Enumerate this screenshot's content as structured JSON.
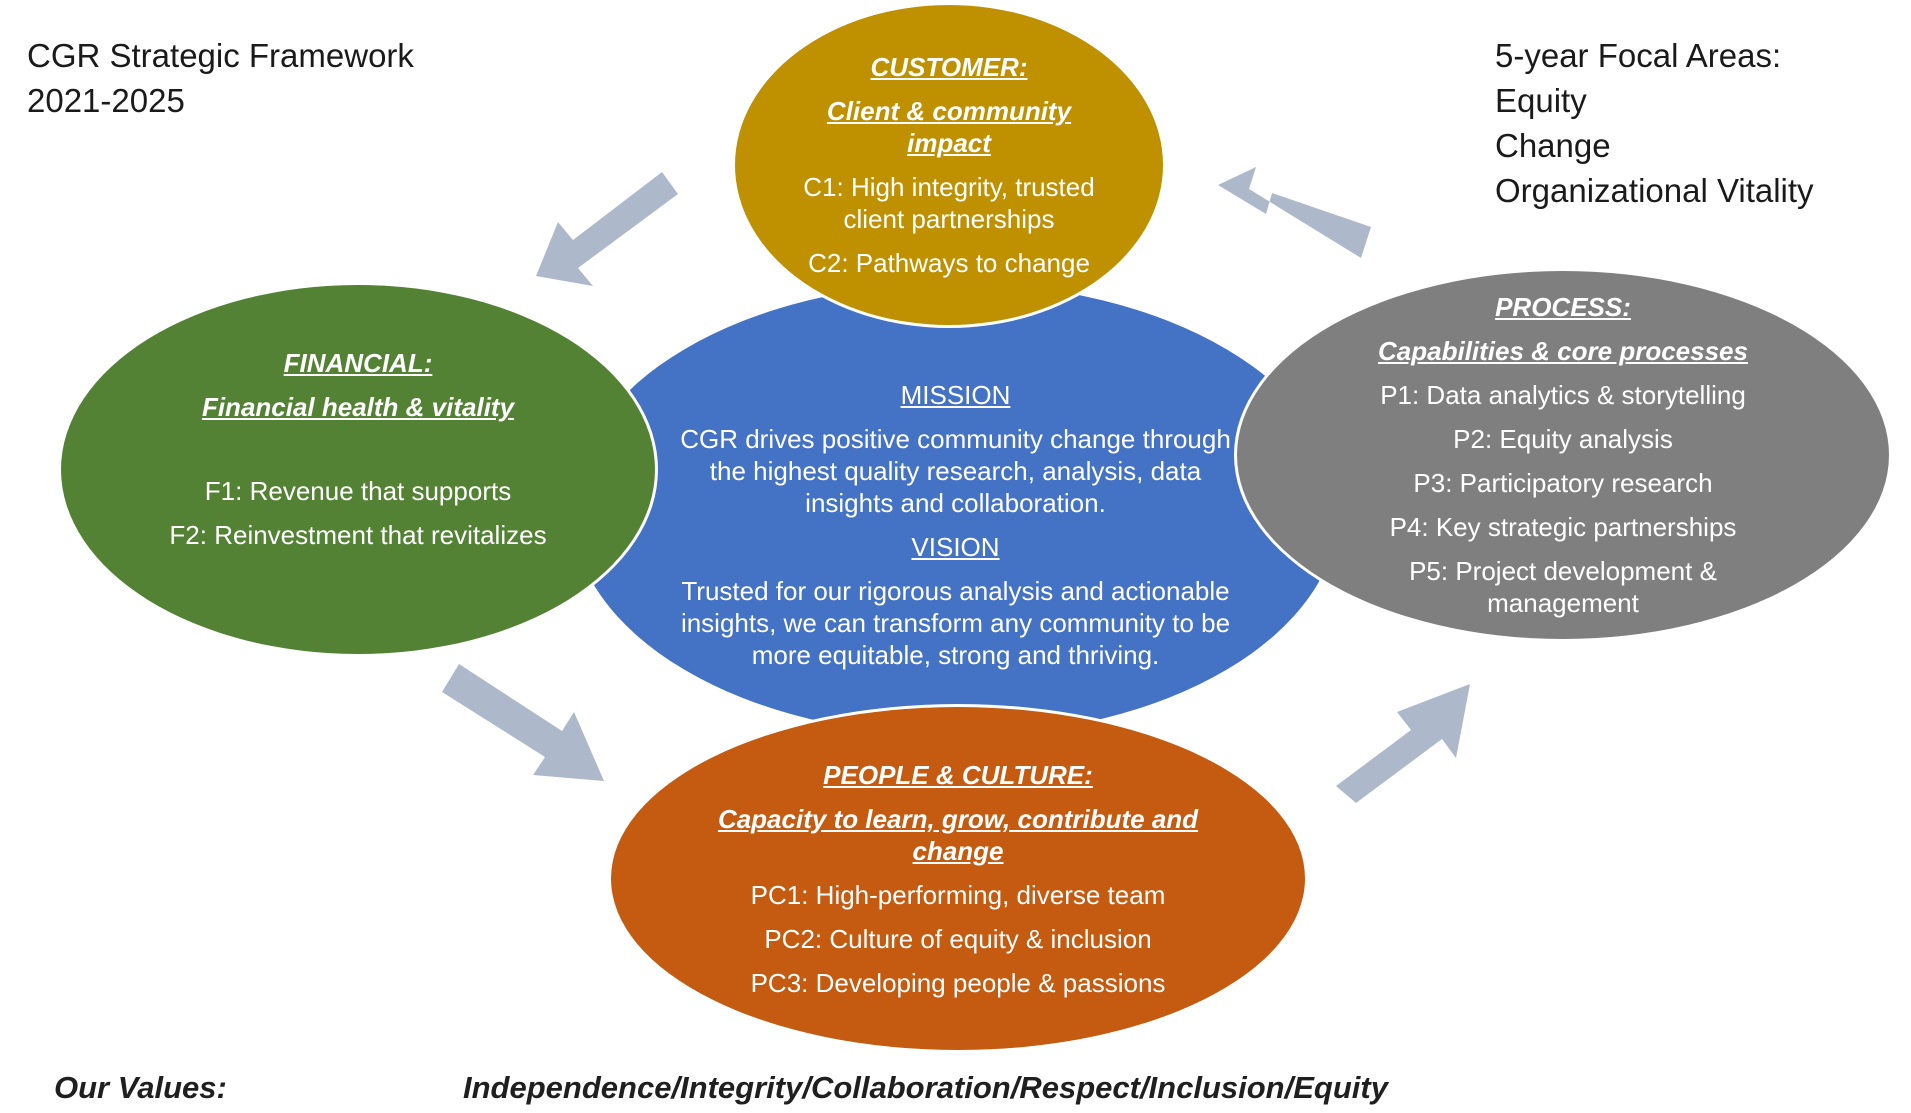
{
  "header": {
    "title_line1": "CGR Strategic Framework",
    "title_line2": "2021-2025"
  },
  "focal_areas": {
    "heading": "5-year Focal Areas:",
    "items": [
      "Equity",
      "Change",
      "Organizational Vitality"
    ]
  },
  "customer": {
    "heading": "CUSTOMER:",
    "subheading_line1": "Client  & community",
    "subheading_line2": "impact",
    "c1_line1": "C1: High integrity, trusted",
    "c1_line2": "client partnerships",
    "c2": "C2: Pathways to change"
  },
  "financial": {
    "heading": "FINANCIAL:",
    "subheading": "Financial health &  vitality",
    "f1": "F1: Revenue that supports",
    "f2": "F2: Reinvestment that revitalizes"
  },
  "mission": {
    "mission_label": "MISSION",
    "mission_line1": "CGR drives positive community change through",
    "mission_line2": "the highest quality research, analysis, data",
    "mission_line3": "insights and collaboration.",
    "vision_label": "VISION",
    "vision_line1": "Trusted for our rigorous analysis and actionable",
    "vision_line2": "insights, we can transform any community to be",
    "vision_line3": "more equitable, strong and thriving."
  },
  "process": {
    "heading": "PROCESS:",
    "subheading": "Capabilities & core processes",
    "p1": "P1: Data analytics & storytelling",
    "p2": "P2: Equity analysis",
    "p3": "P3: Participatory research",
    "p4": "P4: Key strategic partnerships",
    "p5_line1": "P5: Project development &",
    "p5_line2": "management"
  },
  "people": {
    "heading": "PEOPLE & CULTURE:",
    "subheading_line1": "Capacity to learn, grow, contribute and",
    "subheading_line2": "change",
    "pc1": "PC1: High-performing, diverse team",
    "pc2": "PC2: Culture of equity & inclusion",
    "pc3": "PC3: Developing people & passions"
  },
  "values": {
    "label": "Our Values:",
    "list": "Independence/Integrity/Collaboration/Respect/Inclusion/Equity"
  },
  "colors": {
    "customer": "#bf9000",
    "financial": "#548235",
    "mission": "#4472c4",
    "process": "#7f7f7f",
    "people": "#c55a11",
    "arrow": "#adb9ca"
  }
}
